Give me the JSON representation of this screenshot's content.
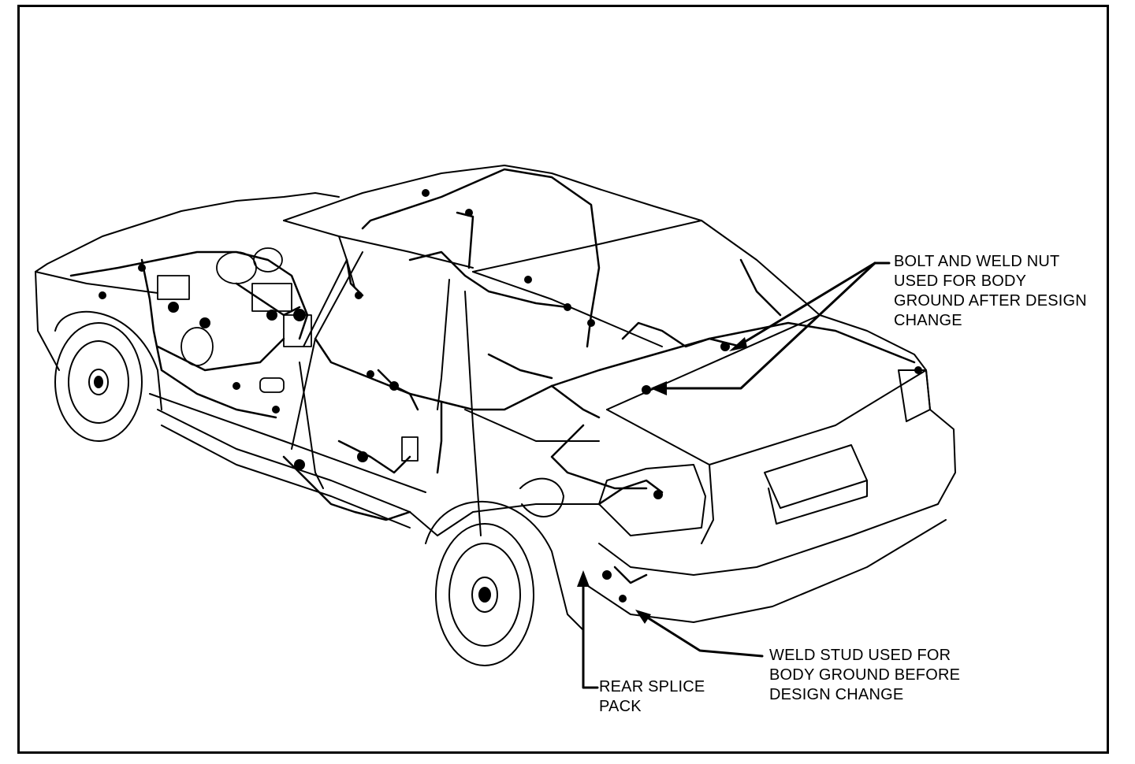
{
  "diagram": {
    "callouts": {
      "bolt_weld_nut": "BOLT AND WELD NUT\nUSED FOR BODY\nGROUND AFTER DESIGN\nCHANGE",
      "weld_stud": "WELD STUD USED FOR\nBODY GROUND BEFORE\nDESIGN CHANGE",
      "rear_splice_pack": "REAR SPLICE\nPACK"
    },
    "colors": {
      "line": "#000000",
      "background": "#ffffff"
    }
  }
}
